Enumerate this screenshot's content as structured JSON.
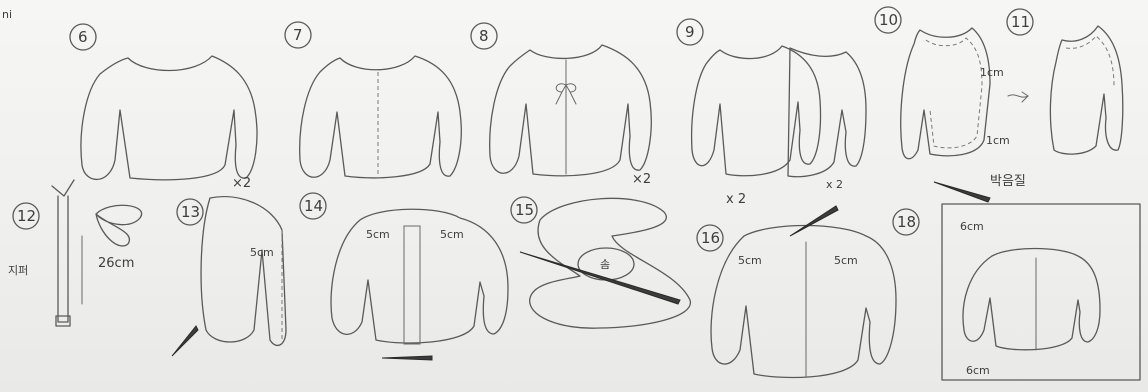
{
  "steps": {
    "s6": "6",
    "s7": "7",
    "s8": "8",
    "s9": "9",
    "s10": "10",
    "s11": "11",
    "s12": "12",
    "s13": "13",
    "s14": "14",
    "s15": "15",
    "s16": "16",
    "s18": "18"
  },
  "labels": {
    "corner_mark": "ni",
    "x2_s9": "×2",
    "x2_s9b": "x 2",
    "x2_s13": "×2",
    "x2_s16": "x 2",
    "cm1_s10": "1cm",
    "cm1_s10b": "1cm",
    "stitch": "박음질",
    "zipper": "지퍼",
    "len_26": "26cm",
    "cm5_s13": "5cm",
    "cm5_s14_left": "5cm",
    "cm5_s14_right": "5cm",
    "s15_mark": "솜",
    "cm5_s16_left": "5cm",
    "cm5_s16_right": "5cm",
    "cm6_top": "6cm",
    "cm6_bottom": "6cm"
  }
}
